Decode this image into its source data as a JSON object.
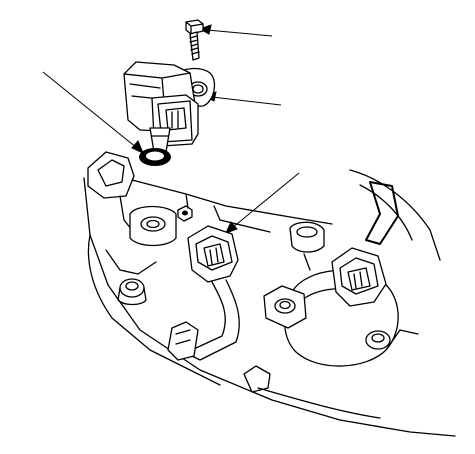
{
  "diagram": {
    "labels": []
  },
  "parts": {
    "bolt": "bolt",
    "sensor": "sensor",
    "o_ring": "o-ring",
    "connector_a": "connector",
    "connector_b": "connector"
  },
  "colors": {
    "line": "#000000",
    "background": "#ffffff"
  }
}
